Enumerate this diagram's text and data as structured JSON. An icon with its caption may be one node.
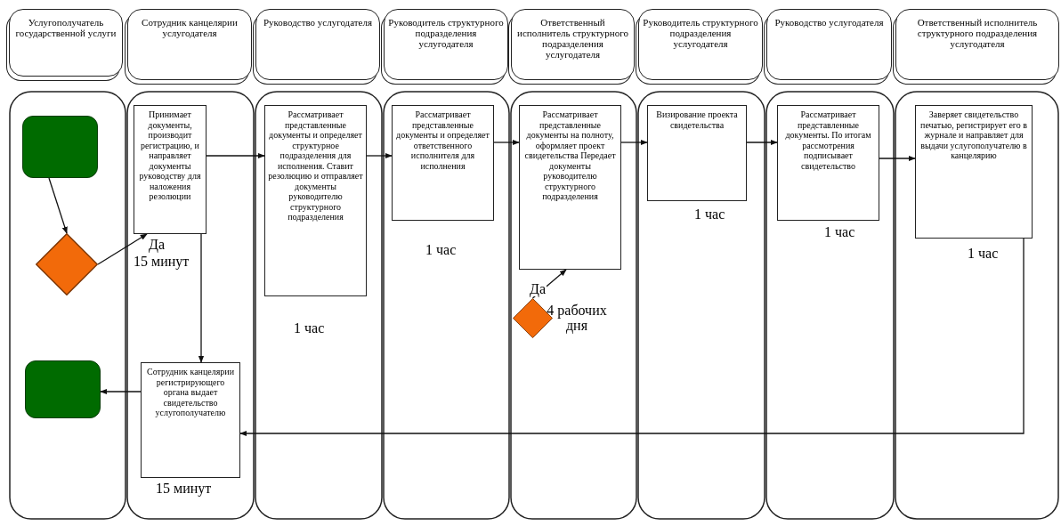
{
  "diagram": {
    "nodes": [
      {
        "text": [
          "Услугополучатель государственной услуги"
        ]
      },
      {
        "text": [
          "Сотрудник канцелярии услугодателя"
        ]
      },
      {
        "text": [
          "Руководство услугодателя"
        ]
      },
      {
        "text": [
          "Руководитель структурного подразделения услугодателя"
        ]
      },
      {
        "text": [
          "Ответственный исполнитель структурного подразделения услугодателя"
        ]
      },
      {
        "text": [
          "Руководитель структурного подразделения услугодателя"
        ]
      },
      {
        "text": [
          "Руководство услугодателя"
        ]
      },
      {
        "text": [
          "Ответственный исполнитель структурного подразделения услугодателя"
        ]
      },
      {
        "text": [],
        "shape": "box"
      },
      {
        "text": [],
        "shape": "diamond"
      },
      {
        "text": [
          "Принимает документы, производит регистрацию, и направляет документы руководству для наложения резолюции"
        ],
        "beside": [
          "15 минут"
        ]
      },
      {
        "text": [
          "Рассматривает представленные документы и определяет структурное подразделения для исполнения. Ставит резолюцию и отправляет документы руководителю структурного подразделения"
        ],
        "beside": [
          "1 час"
        ]
      },
      {
        "text": [
          "Рассматривает представленные документы и определяет ответственного исполнителя для исполнения"
        ],
        "beside": [
          "1 час"
        ]
      },
      {
        "text": [
          "Рассматривает представленные документы на полноту, оформляет проект свидетельства Передает документы руководителю структурного подразделения"
        ]
      },
      {
        "text": [],
        "shape": "diamond",
        "beside": [
          "4 рабочих дня"
        ]
      },
      {
        "text": [
          "Визирование проекта свидетельства"
        ],
        "beside": [
          "1 час"
        ]
      },
      {
        "text": [
          "Рассматривает представленные документы. По итогам рассмотрения подписывает свидетельство"
        ],
        "beside": [
          "1 час"
        ]
      },
      {
        "text": [
          "Заверяет свидетельство печатью, регистрирует его в журнале и направляет для выдачи услугополучателю в канцелярию"
        ],
        "beside": [
          "1 час"
        ]
      },
      {
        "text": [
          "Сотрудник канцелярии регистрирующего органа выдает свидетельство услугополучателю"
        ],
        "beside": [
          "15 минут"
        ]
      },
      {
        "text": [],
        "shape": "box"
      }
    ],
    "edges": [
      {
        "from": 8,
        "to": 9,
        "arrow": "to"
      },
      {
        "from": 9,
        "to": 10,
        "arrow": "to",
        "label": "Да"
      },
      {
        "from": 10,
        "to": 11,
        "arrow": "to"
      },
      {
        "from": 11,
        "to": 12,
        "arrow": "to"
      },
      {
        "from": 12,
        "to": 13,
        "arrow": "to"
      },
      {
        "from": 14,
        "to": 13,
        "arrow": "to",
        "label": "Да"
      },
      {
        "from": 13,
        "to": 15,
        "arrow": "to"
      },
      {
        "from": 15,
        "to": 16,
        "arrow": "to"
      },
      {
        "from": 16,
        "to": 17,
        "arrow": "to"
      },
      {
        "from": 10,
        "to": 18,
        "arrow": "to"
      },
      {
        "from": 17,
        "to": 18,
        "arrow": "to"
      },
      {
        "from": 18,
        "to": 19,
        "arrow": "to"
      }
    ]
  }
}
